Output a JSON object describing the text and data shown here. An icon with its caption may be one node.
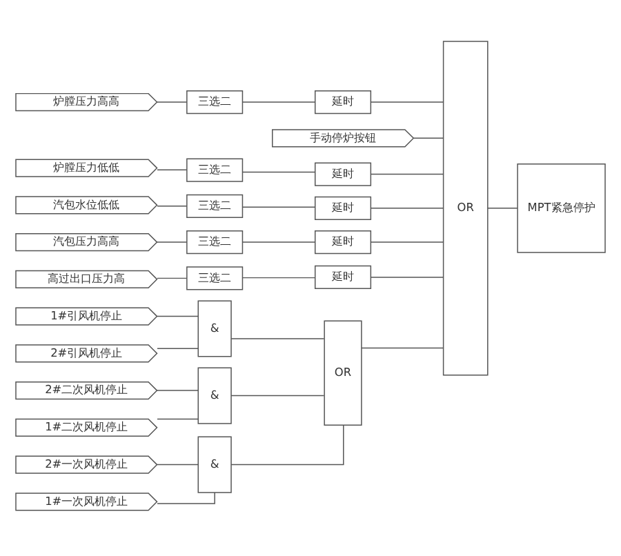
{
  "diagram": {
    "nodes": [
      {
        "text": [
          "1#引风机停止"
        ]
      },
      {
        "text": [
          "2#引风机停止"
        ]
      },
      {
        "text": [
          "1#一次风机停止"
        ]
      },
      {
        "text": [
          "2#一次风机停止"
        ]
      },
      {
        "text": [
          "1#二次风机停止"
        ]
      },
      {
        "text": [
          "2#二次风机停止"
        ]
      },
      {
        "text": [
          "&"
        ]
      },
      {
        "text": [
          "&"
        ]
      },
      {
        "text": [
          "&"
        ]
      },
      {
        "text": [
          "OR"
        ]
      },
      {
        "text": [
          "手动停炉按钮"
        ]
      },
      {
        "text": [
          "炉膛压力高高"
        ]
      },
      {
        "text": [
          "炉膛压力低低"
        ]
      },
      {
        "text": [
          "汽包水位低低"
        ]
      },
      {
        "text": [
          "汽包压力高高"
        ]
      },
      {
        "text": [
          "高过出口压力高"
        ]
      },
      {
        "text": [
          "三选二"
        ]
      },
      {
        "text": [
          "三选二"
        ]
      },
      {
        "text": [
          "三选二"
        ]
      },
      {
        "text": [
          "三选二"
        ]
      },
      {
        "text": [
          "三选二"
        ]
      },
      {
        "text": [
          "延时"
        ]
      },
      {
        "text": [
          "延时"
        ]
      },
      {
        "text": [
          "延时"
        ]
      },
      {
        "text": [
          "延时"
        ]
      },
      {
        "text": [
          "延时"
        ]
      },
      {
        "text": [
          "OR"
        ]
      },
      {
        "text": [
          "MPT紧急停护"
        ]
      }
    ],
    "edges": [
      {
        "from": 0,
        "to": 6,
        "arrow": "none"
      },
      {
        "from": 1,
        "to": 6,
        "arrow": "none"
      },
      {
        "from": 2,
        "to": 7,
        "arrow": "none"
      },
      {
        "from": 3,
        "to": 7,
        "arrow": "none"
      },
      {
        "from": 4,
        "to": 8,
        "arrow": "none"
      },
      {
        "from": 5,
        "to": 8,
        "arrow": "none"
      },
      {
        "from": 6,
        "to": 9,
        "arrow": "none"
      },
      {
        "from": 7,
        "to": 9,
        "arrow": "none"
      },
      {
        "from": 8,
        "to": 9,
        "arrow": "none"
      },
      {
        "from": 9,
        "to": 26,
        "arrow": "none"
      },
      {
        "from": 10,
        "to": 26,
        "arrow": "none"
      },
      {
        "from": 11,
        "to": 16,
        "arrow": "none"
      },
      {
        "from": 16,
        "to": 21,
        "arrow": "none"
      },
      {
        "from": 21,
        "to": 26,
        "arrow": "none"
      },
      {
        "from": 12,
        "to": 17,
        "arrow": "none"
      },
      {
        "from": 17,
        "to": 22,
        "arrow": "none"
      },
      {
        "from": 22,
        "to": 26,
        "arrow": "none"
      },
      {
        "from": 13,
        "to": 18,
        "arrow": "none"
      },
      {
        "from": 18,
        "to": 23,
        "arrow": "none"
      },
      {
        "from": 23,
        "to": 26,
        "arrow": "none"
      },
      {
        "from": 14,
        "to": 19,
        "arrow": "none"
      },
      {
        "from": 19,
        "to": 24,
        "arrow": "none"
      },
      {
        "from": 24,
        "to": 26,
        "arrow": "none"
      },
      {
        "from": 15,
        "to": 20,
        "arrow": "none"
      },
      {
        "from": 20,
        "to": 25,
        "arrow": "none"
      },
      {
        "from": 25,
        "to": 26,
        "arrow": "none"
      },
      {
        "from": 26,
        "to": 27,
        "arrow": "none"
      }
    ]
  }
}
